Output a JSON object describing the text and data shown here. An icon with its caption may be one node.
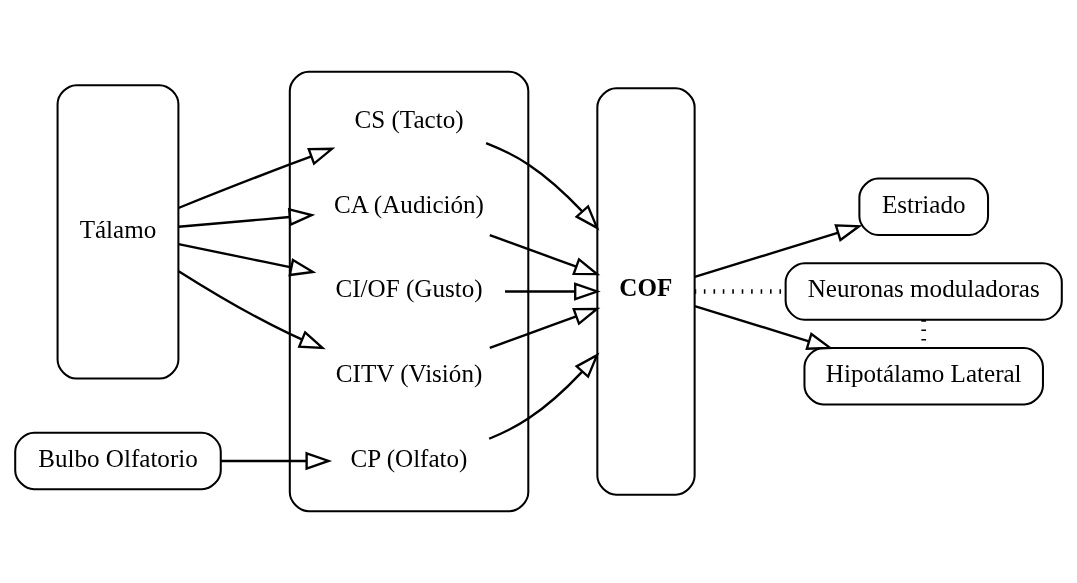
{
  "diagram": {
    "nodes": [
      {
        "text": [
          "Tálamo"
        ]
      },
      {
        "text": [
          "Bulbo Olfatorio"
        ]
      },
      {
        "text": [],
        "shape": "box"
      },
      {
        "text": [
          "CS (Tacto)"
        ],
        "in": 2
      },
      {
        "text": [
          "CA (Audición)"
        ],
        "in": 2
      },
      {
        "text": [
          "CI/OF (Gusto)"
        ],
        "in": 2
      },
      {
        "text": [
          "CITV (Visión)"
        ],
        "in": 2
      },
      {
        "text": [
          "CP (Olfato)"
        ],
        "in": 2
      },
      {
        "text": [
          "COF"
        ]
      },
      {
        "text": [
          "Estriado"
        ]
      },
      {
        "text": [
          "Neuronas moduladoras"
        ]
      },
      {
        "text": [
          "Hipotálamo Lateral"
        ]
      }
    ],
    "edges": [
      {
        "from": 0,
        "to": 3,
        "arrow": "to"
      },
      {
        "from": 0,
        "to": 4,
        "arrow": "to"
      },
      {
        "from": 0,
        "to": 5,
        "arrow": "to"
      },
      {
        "from": 0,
        "to": 6,
        "arrow": "to"
      },
      {
        "from": 1,
        "to": 7,
        "arrow": "to"
      },
      {
        "from": 3,
        "to": 8,
        "arrow": "to"
      },
      {
        "from": 4,
        "to": 8,
        "arrow": "to"
      },
      {
        "from": 5,
        "to": 8,
        "arrow": "to"
      },
      {
        "from": 6,
        "to": 8,
        "arrow": "to"
      },
      {
        "from": 7,
        "to": 8,
        "arrow": "to"
      },
      {
        "from": 8,
        "to": 9,
        "arrow": "to"
      },
      {
        "from": 8,
        "to": 10,
        "arrow": "none",
        "style": "dashed"
      },
      {
        "from": 10,
        "to": 11,
        "arrow": "none",
        "style": "dashed"
      },
      {
        "from": 8,
        "to": 11,
        "arrow": "to"
      }
    ]
  }
}
